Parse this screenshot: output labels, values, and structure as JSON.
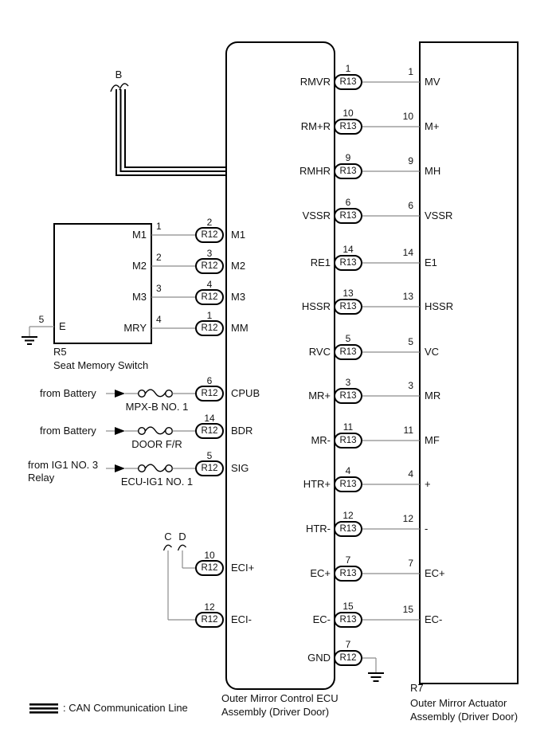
{
  "markers": {
    "can_branch": "B",
    "eci_branch_c": "C",
    "eci_branch_d": "D"
  },
  "legend": {
    "can_line_label": ": CAN Communication Line"
  },
  "components": {
    "seat_switch": {
      "ref": "R5",
      "name": "Seat Memory Switch",
      "ground_pin": "5",
      "ground_label": "E"
    },
    "ecu": {
      "name": "Outer Mirror Control ECU\nAssembly (Driver Door)"
    },
    "actuator": {
      "ref": "R7",
      "name": "Outer Mirror Actuator\nAssembly (Driver Door)"
    }
  },
  "seat_rows": [
    {
      "switch_pin": "1",
      "switch_label": "M1",
      "conn_pin": "2",
      "connector": "R12",
      "ecu_label": "M1"
    },
    {
      "switch_pin": "2",
      "switch_label": "M2",
      "conn_pin": "3",
      "connector": "R12",
      "ecu_label": "M2"
    },
    {
      "switch_pin": "3",
      "switch_label": "M3",
      "conn_pin": "4",
      "connector": "R12",
      "ecu_label": "M3"
    },
    {
      "switch_pin": "4",
      "switch_label": "MRY",
      "conn_pin": "1",
      "connector": "R12",
      "ecu_label": "MM"
    }
  ],
  "power_rows": [
    {
      "source": "from Battery",
      "fuse": "MPX-B NO. 1",
      "conn_pin": "6",
      "connector": "R12",
      "ecu_label": "CPUB"
    },
    {
      "source": "from Battery",
      "fuse": "DOOR F/R",
      "conn_pin": "14",
      "connector": "R12",
      "ecu_label": "BDR"
    },
    {
      "source": "from IG1 NO. 3\nRelay",
      "fuse": "ECU-IG1 NO. 1",
      "conn_pin": "5",
      "connector": "R12",
      "ecu_label": "SIG"
    }
  ],
  "eci_rows": [
    {
      "marker": "D",
      "conn_pin": "10",
      "connector": "R12",
      "ecu_label": "ECI+"
    },
    {
      "marker": "C",
      "conn_pin": "12",
      "connector": "R12",
      "ecu_label": "ECI-"
    }
  ],
  "right_rows": [
    {
      "ecu_label": "RMVR",
      "connector": "R13",
      "conn_pin": "1",
      "act_pin": "1",
      "act_label": "MV"
    },
    {
      "ecu_label": "RM+R",
      "connector": "R13",
      "conn_pin": "10",
      "act_pin": "10",
      "act_label": "M+"
    },
    {
      "ecu_label": "RMHR",
      "connector": "R13",
      "conn_pin": "9",
      "act_pin": "9",
      "act_label": "MH"
    },
    {
      "ecu_label": "VSSR",
      "connector": "R13",
      "conn_pin": "6",
      "act_pin": "6",
      "act_label": "VSSR"
    },
    {
      "ecu_label": "RE1",
      "connector": "R13",
      "conn_pin": "14",
      "act_pin": "14",
      "act_label": "E1"
    },
    {
      "ecu_label": "HSSR",
      "connector": "R13",
      "conn_pin": "13",
      "act_pin": "13",
      "act_label": "HSSR"
    },
    {
      "ecu_label": "RVC",
      "connector": "R13",
      "conn_pin": "5",
      "act_pin": "5",
      "act_label": "VC"
    },
    {
      "ecu_label": "MR+",
      "connector": "R13",
      "conn_pin": "3",
      "act_pin": "3",
      "act_label": "MR"
    },
    {
      "ecu_label": "MR-",
      "connector": "R13",
      "conn_pin": "11",
      "act_pin": "11",
      "act_label": "MF"
    },
    {
      "ecu_label": "HTR+",
      "connector": "R13",
      "conn_pin": "4",
      "act_pin": "4",
      "act_label": "+"
    },
    {
      "ecu_label": "HTR-",
      "connector": "R13",
      "conn_pin": "12",
      "act_pin": "12",
      "act_label": "-"
    },
    {
      "ecu_label": "EC+",
      "connector": "R13",
      "conn_pin": "7",
      "act_pin": "7",
      "act_label": "EC+"
    },
    {
      "ecu_label": "EC-",
      "connector": "R13",
      "conn_pin": "15",
      "act_pin": "15",
      "act_label": "EC-"
    }
  ],
  "gnd_row": {
    "ecu_label": "GND",
    "connector": "R12",
    "conn_pin": "7"
  },
  "colors": {
    "wire": "#8c8c8c",
    "line": "#000000",
    "text": "#111111",
    "background": "#ffffff"
  }
}
